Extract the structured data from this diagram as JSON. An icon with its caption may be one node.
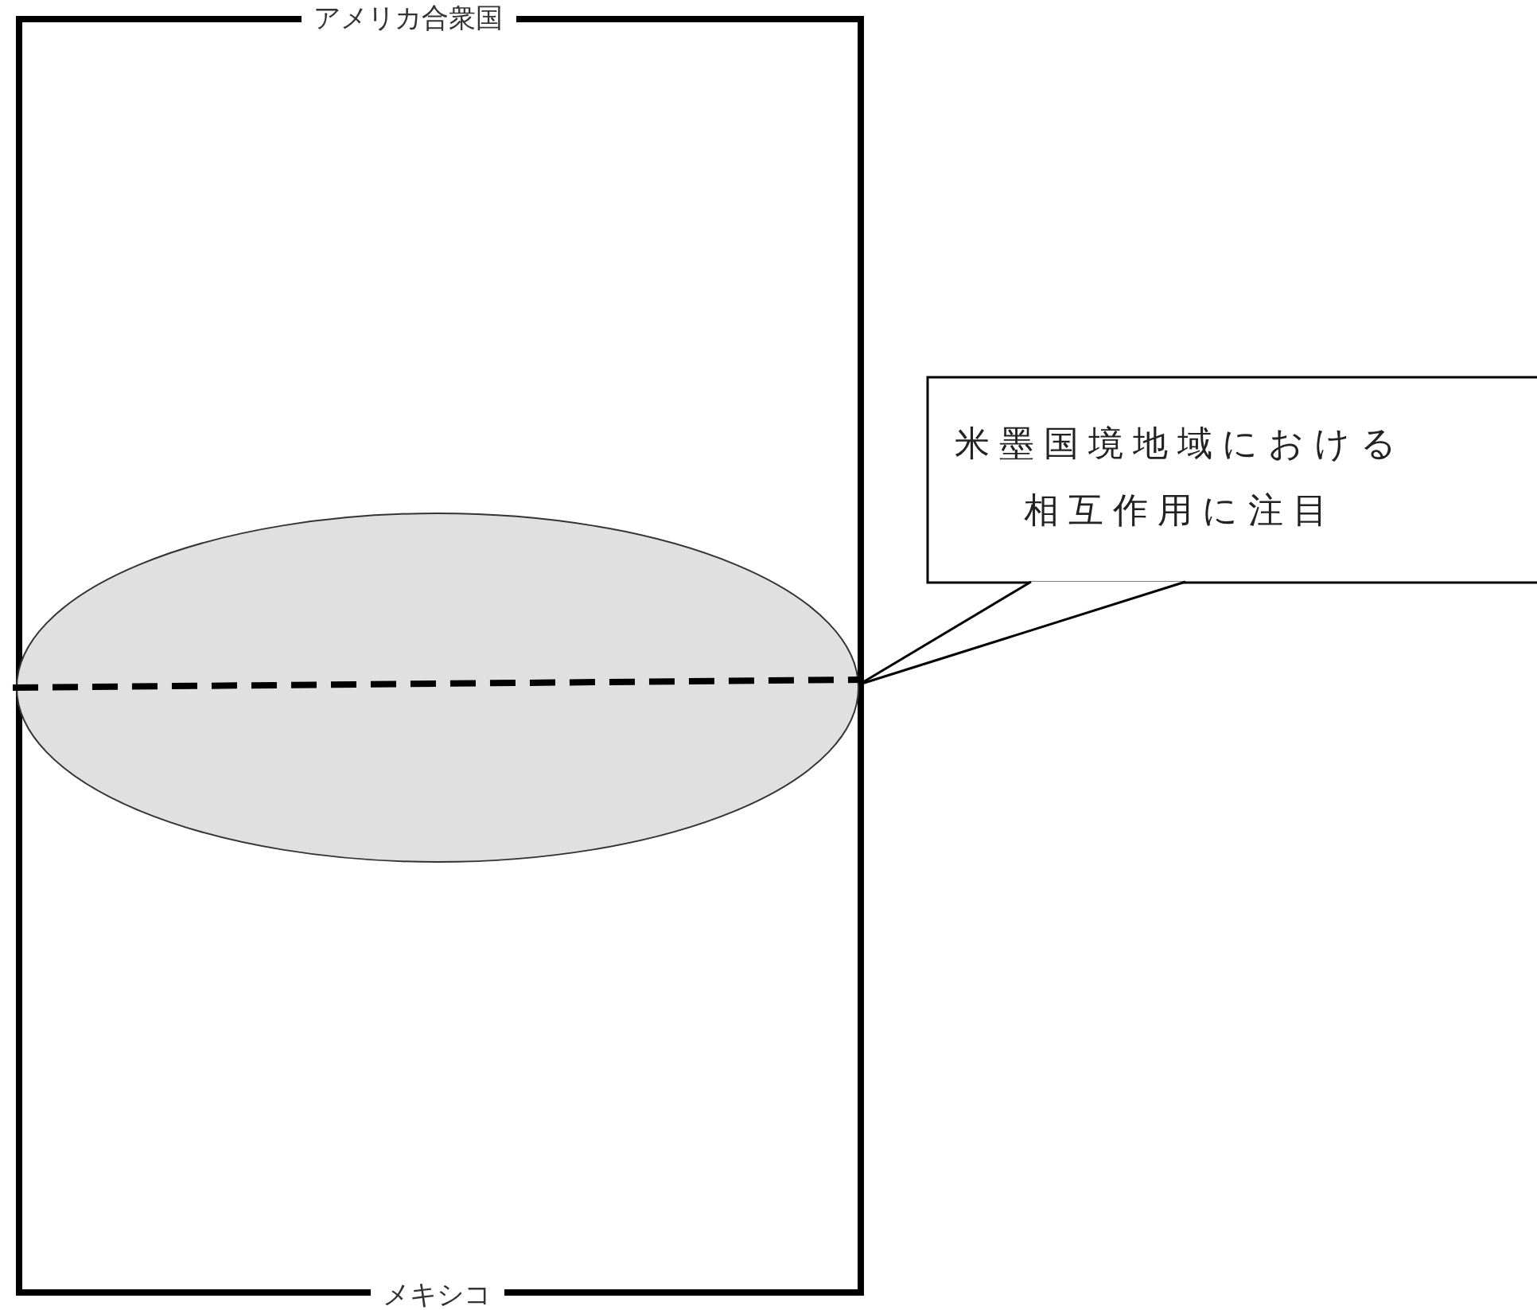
{
  "diagram": {
    "nodes": [
      {
        "text": [
          "アメリカ合衆国",
          "メキシコ"
        ]
      },
      {
        "text": [],
        "shape": "ellipse",
        "in": 0
      },
      {
        "text": [
          "米墨国境地域における相互作用に注目"
        ]
      }
    ],
    "edges": [
      {
        "from": 2,
        "to": 1,
        "arrow": "none"
      }
    ]
  }
}
